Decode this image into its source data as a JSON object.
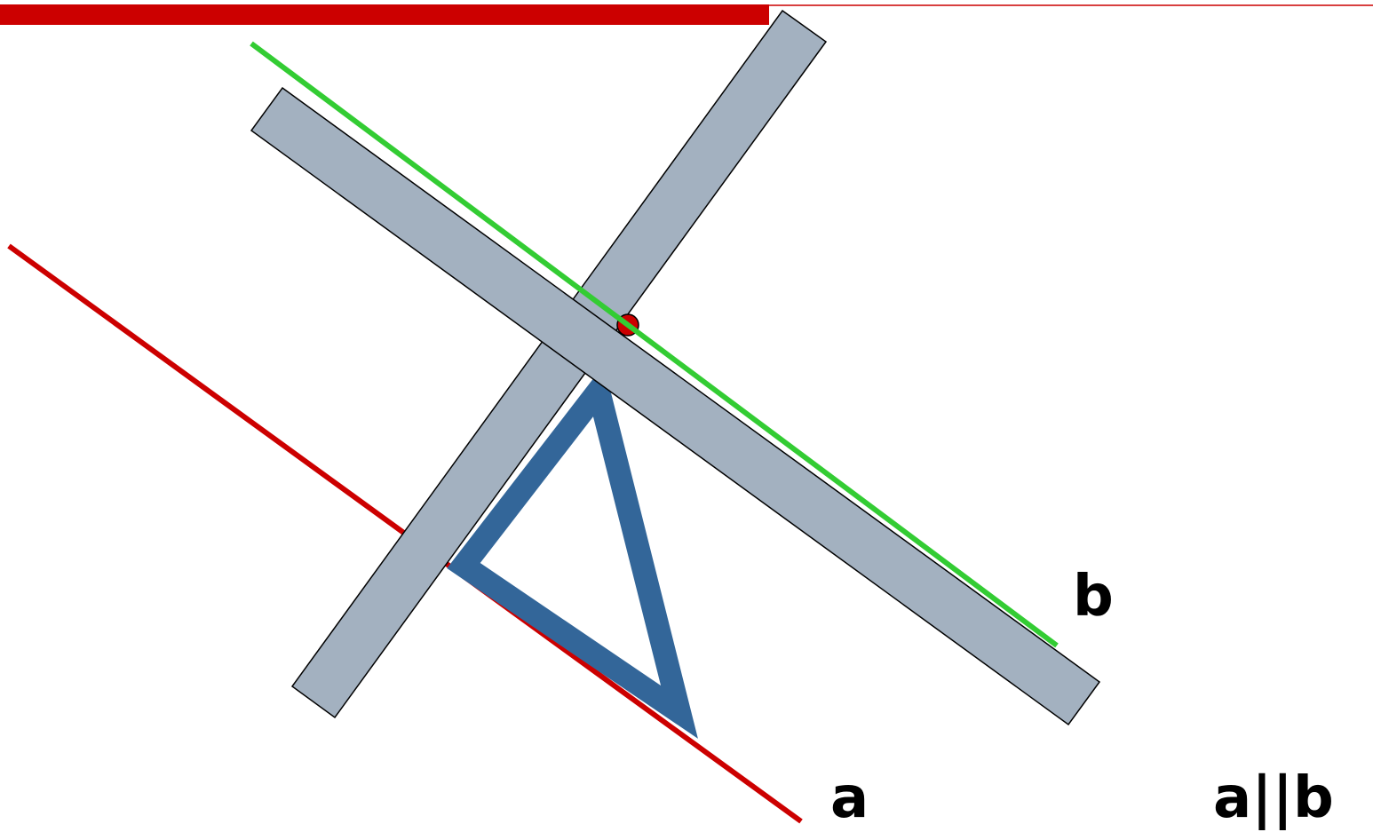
{
  "labels": {
    "line_a": "a",
    "line_b": "b",
    "relation": "a||b"
  },
  "colors": {
    "header_bar": "#cc0000",
    "line_a": "#cc0000",
    "line_b": "#33cc33",
    "ruler_fill": "#a3b1c0",
    "ruler_stroke": "#000000",
    "set_square": "#336699",
    "angle_marker": "#cc0000"
  }
}
